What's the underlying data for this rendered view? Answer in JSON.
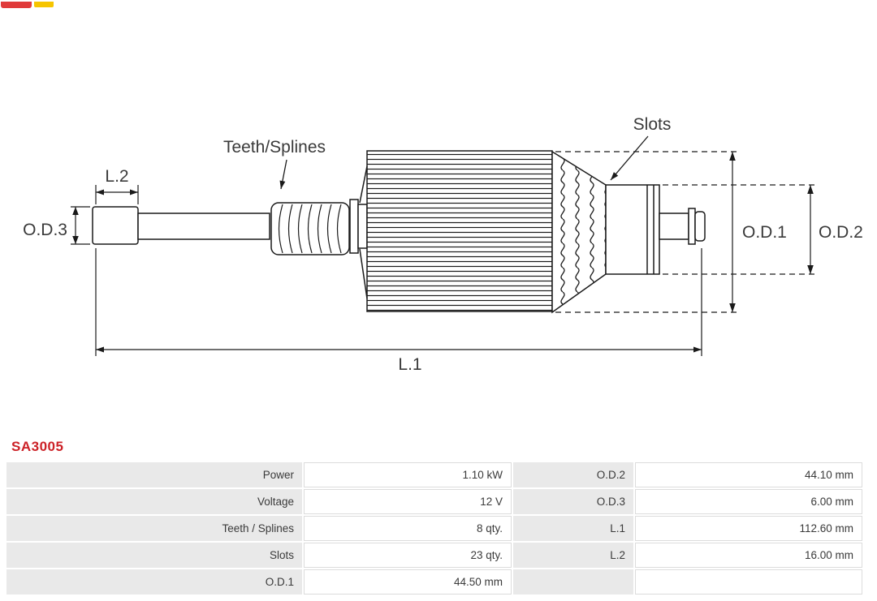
{
  "colors": {
    "part_number_red": "#cc2127",
    "table_label_bg": "#e9e9e9",
    "line_color": "#1a1a1a",
    "text_color": "#3a3a3a",
    "logo_red": "#e03a3a",
    "logo_yellow": "#f6c500"
  },
  "diagram": {
    "labels": {
      "slots": "Slots",
      "teeth_splines": "Teeth/Splines",
      "l2": "L.2",
      "od3": "O.D.3",
      "od1": "O.D.1",
      "od2": "O.D.2",
      "l1": "L.1"
    }
  },
  "part_number": "SA3005",
  "table": {
    "rows": [
      {
        "l1": "Power",
        "v1": "1.10 kW",
        "l2": "O.D.2",
        "v2": "44.10 mm"
      },
      {
        "l1": "Voltage",
        "v1": "12 V",
        "l2": "O.D.3",
        "v2": "6.00 mm"
      },
      {
        "l1": "Teeth / Splines",
        "v1": "8 qty.",
        "l2": "L.1",
        "v2": "112.60 mm"
      },
      {
        "l1": "Slots",
        "v1": "23 qty.",
        "l2": "L.2",
        "v2": "16.00 mm"
      },
      {
        "l1": "O.D.1",
        "v1": "44.50 mm",
        "l2": "",
        "v2": ""
      }
    ]
  }
}
